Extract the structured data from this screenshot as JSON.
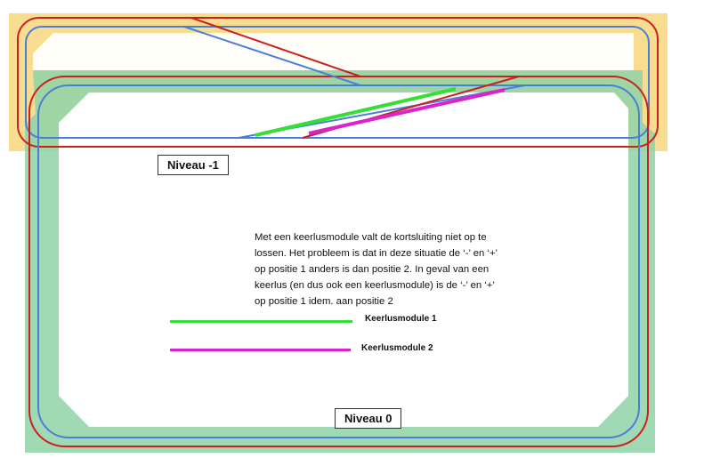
{
  "colors": {
    "level_minus1_board": "#f7d77c",
    "level_0_board": "#8fd3a8",
    "rail_red": "#cc1f1f",
    "rail_blue": "#4a7fd8",
    "reverse_loop_module_1": "#33e033",
    "reverse_loop_module_2": "#dd22cc"
  },
  "labels": {
    "level_minus1": "Niveau -1",
    "level_0": "Niveau 0"
  },
  "note": {
    "lines": [
      "Met een keerlusmodule valt de kortsluiting niet op te",
      "lossen. Het probleem is dat in deze situatie de ‘-’ en ‘+’",
      "op positie 1 anders is dan positie 2. In geval van een",
      "keerlus (en dus ook een keerlusmodule) is de ‘-’ en ‘+’",
      "op positie 1 idem. aan positie 2"
    ]
  },
  "legend": {
    "module_1": "Keerlusmodule 1",
    "module_2": "Keerlusmodule 2"
  }
}
